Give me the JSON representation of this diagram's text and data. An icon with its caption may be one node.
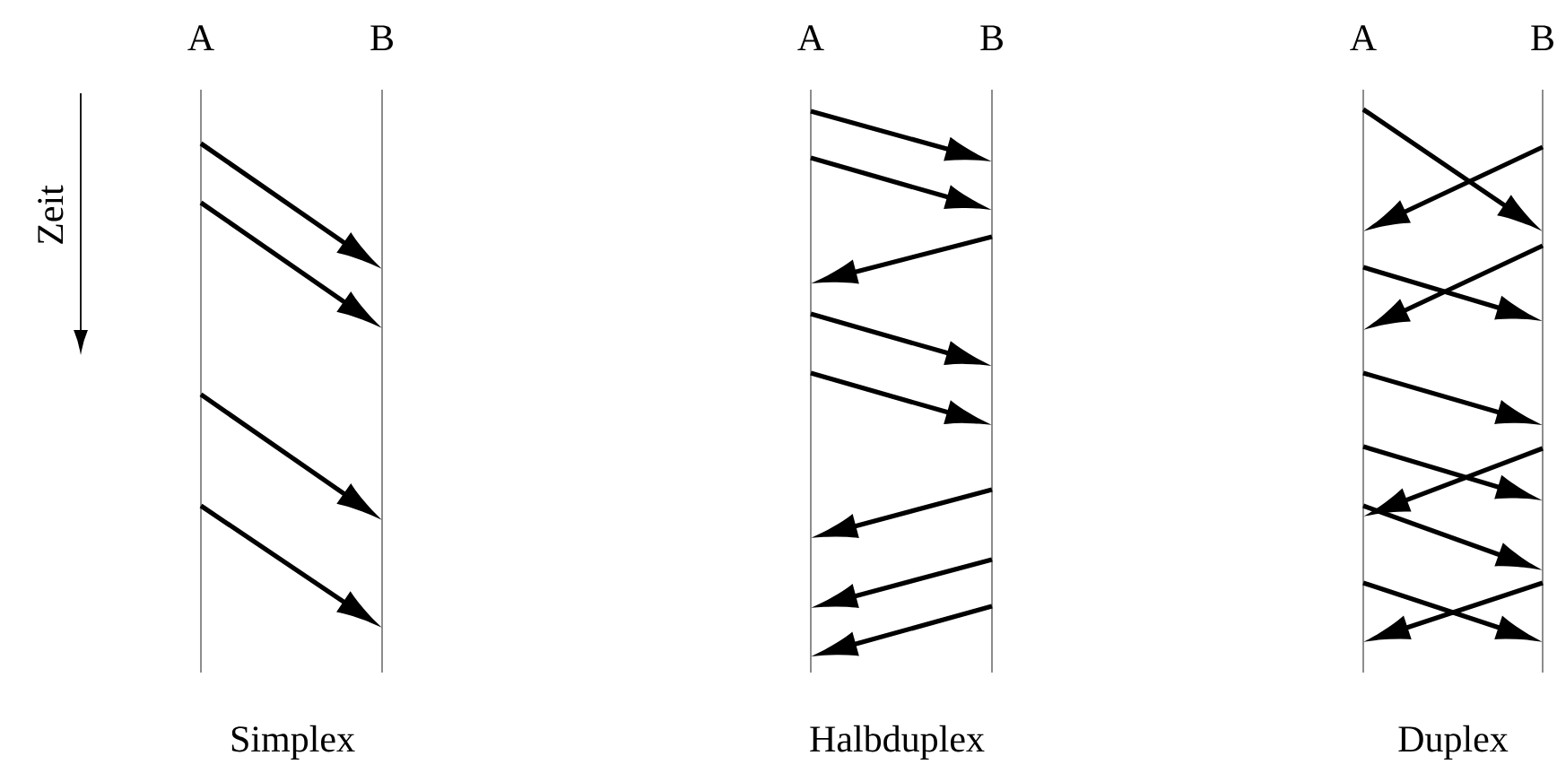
{
  "diagram": {
    "nodes": [
      {
        "text": [
          "A"
        ]
      },
      {
        "text": [
          "B"
        ]
      },
      {
        "text": [
          "A"
        ]
      },
      {
        "text": [
          "B"
        ]
      },
      {
        "text": [
          "A"
        ]
      },
      {
        "text": [
          "B"
        ]
      }
    ],
    "edges": [
      {
        "from": 0,
        "to": 1,
        "arrow": "to"
      },
      {
        "from": 0,
        "to": 1,
        "arrow": "to"
      },
      {
        "from": 0,
        "to": 1,
        "arrow": "to"
      },
      {
        "from": 0,
        "to": 1,
        "arrow": "to"
      },
      {
        "from": 2,
        "to": 3,
        "arrow": "to"
      },
      {
        "from": 2,
        "to": 3,
        "arrow": "to"
      },
      {
        "from": 3,
        "to": 2,
        "arrow": "to"
      },
      {
        "from": 2,
        "to": 3,
        "arrow": "to"
      },
      {
        "from": 2,
        "to": 3,
        "arrow": "to"
      },
      {
        "from": 3,
        "to": 2,
        "arrow": "to"
      },
      {
        "from": 3,
        "to": 2,
        "arrow": "to"
      },
      {
        "from": 3,
        "to": 2,
        "arrow": "to"
      },
      {
        "from": 4,
        "to": 5,
        "arrow": "to"
      },
      {
        "from": 5,
        "to": 4,
        "arrow": "to"
      },
      {
        "from": 5,
        "to": 4,
        "arrow": "to"
      },
      {
        "from": 4,
        "to": 5,
        "arrow": "to"
      },
      {
        "from": 4,
        "to": 5,
        "arrow": "to"
      },
      {
        "from": 4,
        "to": 5,
        "arrow": "to"
      },
      {
        "from": 5,
        "to": 4,
        "arrow": "to"
      },
      {
        "from": 4,
        "to": 5,
        "arrow": "to"
      },
      {
        "from": 4,
        "to": 5,
        "arrow": "to"
      },
      {
        "from": 5,
        "to": 4,
        "arrow": "to"
      }
    ],
    "labels": [
      "Zeit",
      "Simplex",
      "Halbduplex",
      "Duplex"
    ]
  }
}
